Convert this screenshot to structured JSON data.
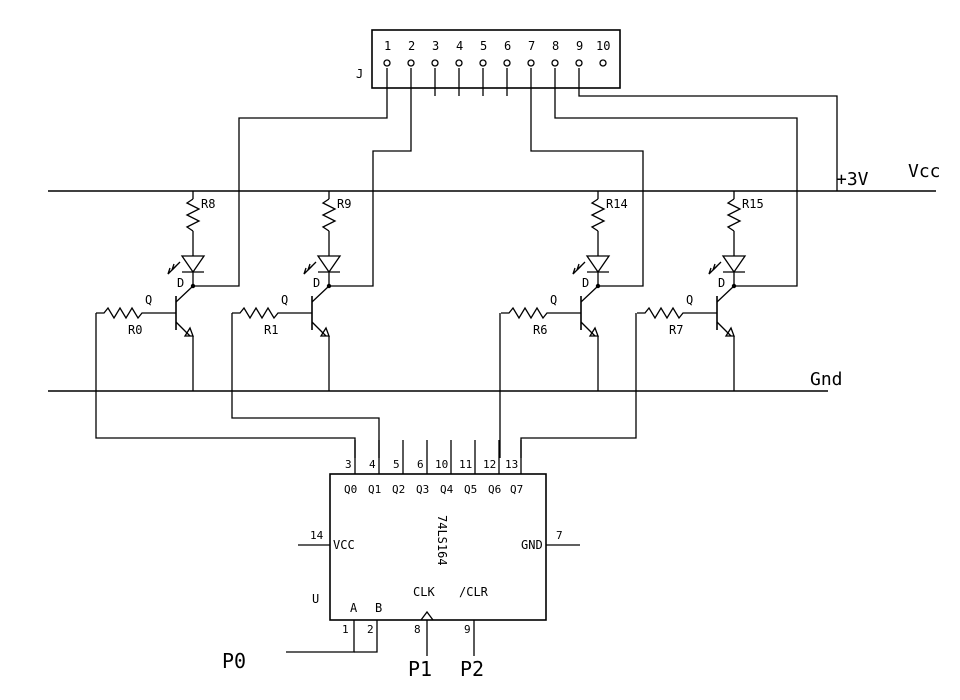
{
  "connector": {
    "ref": "J",
    "pins": [
      "1",
      "2",
      "3",
      "4",
      "5",
      "6",
      "7",
      "8",
      "9",
      "10"
    ]
  },
  "rails": {
    "supply_voltage": "+3V",
    "supply_name": "Vcc",
    "ground": "Gnd"
  },
  "resistors": {
    "pullups": [
      "R8",
      "R9",
      "R14",
      "R15"
    ],
    "bases": [
      "R0",
      "R1",
      "R6",
      "R7"
    ]
  },
  "transistor_label": "Q",
  "led_label": "D",
  "ic": {
    "ref": "U",
    "part": "74LS164",
    "top_pin_numbers": [
      "3",
      "4",
      "5",
      "6",
      "10",
      "11",
      "12",
      "13"
    ],
    "outputs": [
      "Q0",
      "Q1",
      "Q2",
      "Q3",
      "Q4",
      "Q5",
      "Q6",
      "Q7"
    ],
    "vcc_pin": "14",
    "vcc_label": "VCC",
    "gnd_pin": "7",
    "gnd_label": "GND",
    "clk_label": "CLK",
    "clr_label": "/CLR",
    "in_a": "A",
    "in_b": "B",
    "bottom_pins": [
      "1",
      "2",
      "8",
      "9"
    ]
  },
  "ports": [
    "P0",
    "P1",
    "P2"
  ]
}
